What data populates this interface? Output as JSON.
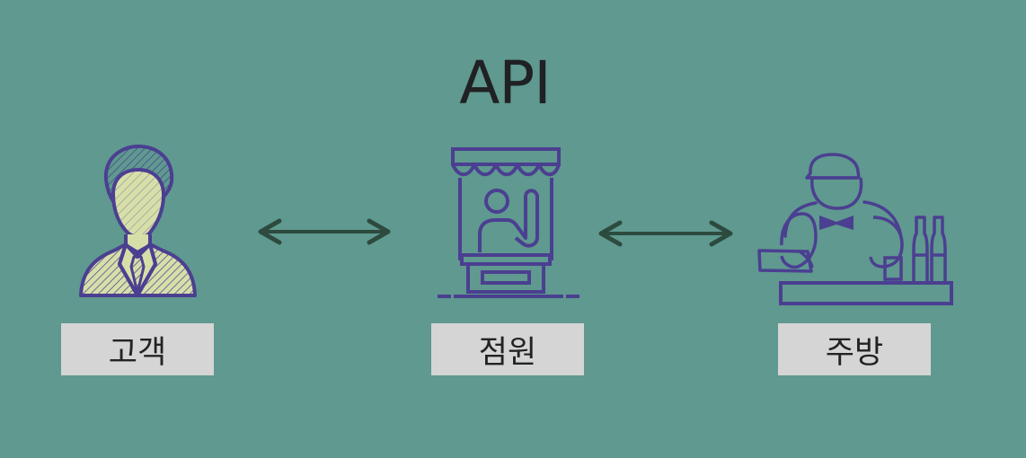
{
  "diagram": {
    "title": "API",
    "labels": {
      "customer": "고객",
      "staff": "점원",
      "kitchen": "주방"
    },
    "colors": {
      "background": "#5f998f",
      "icon_stroke": "#4b3f91",
      "icon_fill": "#d7dfa9",
      "arrow": "#2d4a3f",
      "label_bg": "#d5d5d5"
    },
    "icons": {
      "customer": "customer-icon",
      "staff": "staff-icon",
      "kitchen": "kitchen-icon",
      "left_arrow": "bidirectional-arrow-icon",
      "right_arrow": "bidirectional-arrow-icon"
    }
  }
}
